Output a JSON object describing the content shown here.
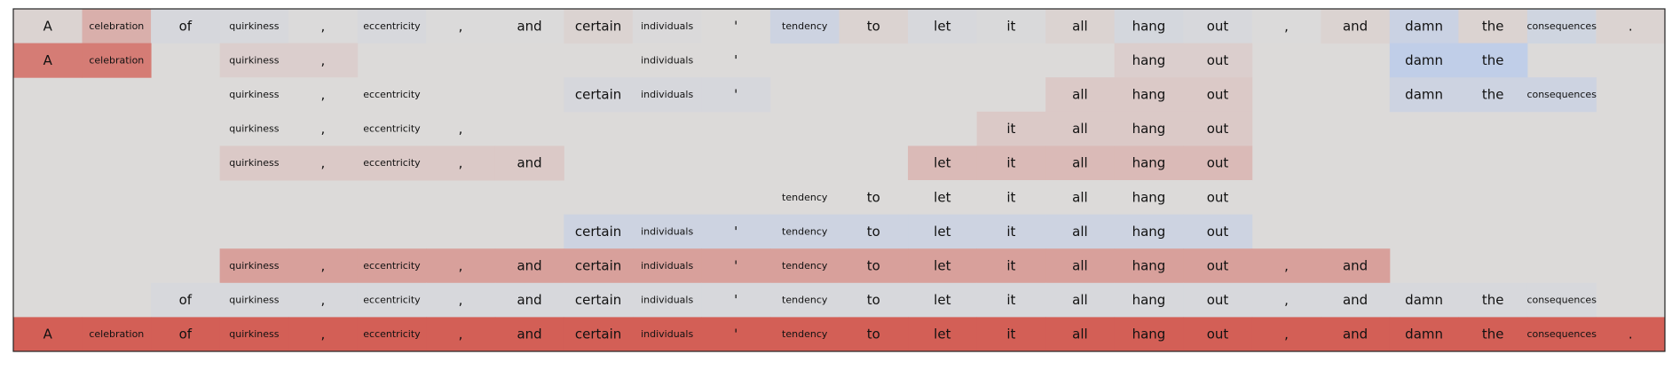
{
  "chart_data": {
    "type": "heatmap",
    "title": "",
    "xlabel": "",
    "ylabel": "",
    "tokens": [
      "A",
      "celebration",
      "of",
      "quirkiness",
      ",",
      "eccentricity",
      ",",
      "and",
      "certain",
      "individuals",
      "'",
      "tendency",
      "to",
      "let",
      "it",
      "all",
      "hang",
      "out",
      ",",
      "and",
      "damn",
      "the",
      "consequences",
      "."
    ],
    "rows": [
      {
        "visible": [
          1,
          1,
          1,
          1,
          1,
          1,
          1,
          1,
          1,
          1,
          1,
          1,
          1,
          1,
          1,
          1,
          1,
          1,
          1,
          1,
          1,
          1,
          1,
          1
        ],
        "values": [
          0.05,
          0.3,
          -0.12,
          -0.1,
          -0.02,
          -0.1,
          -0.02,
          -0.02,
          0.05,
          -0.03,
          0,
          -0.3,
          0.05,
          -0.1,
          -0.05,
          0.05,
          -0.15,
          -0.1,
          -0.02,
          0.05,
          -0.35,
          0.05,
          -0.25,
          0.05
        ]
      },
      {
        "visible": [
          1,
          1,
          0,
          1,
          1,
          0,
          0,
          0,
          0,
          1,
          1,
          0,
          0,
          0,
          0,
          0,
          1,
          1,
          0,
          0,
          1,
          1,
          0,
          0
        ],
        "values": [
          0.65,
          0.65,
          0,
          0.08,
          0.08,
          0,
          0,
          0,
          0,
          0,
          0,
          0,
          0,
          0,
          0,
          0,
          0.08,
          0.08,
          0,
          0,
          -0.55,
          -0.55,
          0,
          0
        ]
      },
      {
        "visible": [
          0,
          0,
          0,
          1,
          1,
          1,
          0,
          0,
          1,
          1,
          1,
          0,
          0,
          0,
          0,
          1,
          1,
          1,
          0,
          0,
          1,
          1,
          1,
          0
        ],
        "values": [
          0,
          0,
          0,
          0,
          0,
          0,
          0,
          0,
          -0.12,
          -0.12,
          -0.12,
          0,
          0,
          0,
          0,
          0.12,
          0.12,
          0.12,
          0,
          0,
          -0.3,
          -0.3,
          -0.3,
          0
        ]
      },
      {
        "visible": [
          0,
          0,
          0,
          1,
          1,
          1,
          1,
          0,
          0,
          0,
          0,
          0,
          0,
          0,
          1,
          1,
          1,
          1,
          0,
          0,
          0,
          0,
          0,
          0
        ],
        "values": [
          0,
          0,
          0,
          0,
          0,
          0,
          0,
          0,
          0,
          0,
          0,
          0,
          0,
          0,
          0.12,
          0.12,
          0.12,
          0.12,
          0,
          0,
          0,
          0,
          0,
          0
        ]
      },
      {
        "visible": [
          0,
          0,
          0,
          1,
          1,
          1,
          1,
          1,
          0,
          0,
          0,
          0,
          0,
          1,
          1,
          1,
          1,
          1,
          0,
          0,
          0,
          0,
          0,
          0
        ],
        "values": [
          0,
          0,
          0,
          0.12,
          0.12,
          0.12,
          0.12,
          0.12,
          0,
          0,
          0,
          0,
          0,
          0.22,
          0.22,
          0.22,
          0.22,
          0.22,
          0,
          0,
          0,
          0,
          0,
          0
        ]
      },
      {
        "visible": [
          0,
          0,
          0,
          0,
          0,
          0,
          0,
          0,
          0,
          0,
          0,
          1,
          1,
          1,
          1,
          1,
          1,
          1,
          0,
          0,
          0,
          0,
          0,
          0
        ],
        "values": [
          0,
          0,
          0,
          0,
          0,
          0,
          0,
          0,
          0,
          0,
          0,
          0,
          0,
          0,
          0,
          0,
          0,
          0,
          0,
          0,
          0,
          0,
          0,
          0
        ]
      },
      {
        "visible": [
          0,
          0,
          0,
          0,
          0,
          0,
          0,
          0,
          1,
          1,
          1,
          1,
          1,
          1,
          1,
          1,
          1,
          1,
          0,
          0,
          0,
          0,
          0,
          0
        ],
        "values": [
          0,
          0,
          0,
          0,
          0,
          0,
          0,
          0,
          -0.3,
          -0.3,
          -0.3,
          -0.3,
          -0.3,
          -0.3,
          -0.3,
          -0.3,
          -0.3,
          -0.3,
          0,
          0,
          0,
          0,
          0,
          0
        ]
      },
      {
        "visible": [
          0,
          0,
          0,
          1,
          1,
          1,
          1,
          1,
          1,
          1,
          1,
          1,
          1,
          1,
          1,
          1,
          1,
          1,
          1,
          1,
          0,
          0,
          0,
          0
        ],
        "values": [
          0,
          0,
          0,
          0.4,
          0.4,
          0.4,
          0.4,
          0.4,
          0.4,
          0.4,
          0.4,
          0.4,
          0.4,
          0.4,
          0.4,
          0.4,
          0.4,
          0.4,
          0.4,
          0.4,
          0,
          0,
          0,
          0
        ]
      },
      {
        "visible": [
          0,
          0,
          1,
          1,
          1,
          1,
          1,
          1,
          1,
          1,
          1,
          1,
          1,
          1,
          1,
          1,
          1,
          1,
          1,
          1,
          1,
          1,
          1,
          0
        ],
        "values": [
          0,
          0,
          -0.1,
          -0.1,
          -0.1,
          -0.1,
          -0.1,
          -0.1,
          -0.1,
          -0.1,
          -0.1,
          -0.1,
          -0.1,
          -0.1,
          -0.1,
          -0.1,
          -0.1,
          -0.1,
          -0.1,
          -0.1,
          -0.1,
          -0.1,
          -0.1,
          0
        ]
      },
      {
        "visible": [
          1,
          1,
          1,
          1,
          1,
          1,
          1,
          1,
          1,
          1,
          1,
          1,
          1,
          1,
          1,
          1,
          1,
          1,
          1,
          1,
          1,
          1,
          1,
          1
        ],
        "values": [
          0.85,
          0.85,
          0.85,
          0.85,
          0.85,
          0.85,
          0.85,
          0.85,
          0.85,
          0.85,
          0.85,
          0.85,
          0.85,
          0.85,
          0.85,
          0.85,
          0.85,
          0.85,
          0.85,
          0.85,
          0.85,
          0.85,
          0.85,
          0.85
        ]
      }
    ],
    "grid": false,
    "legend": "none",
    "colors": {
      "background": "#dcdad9",
      "neutral": "#dcdad9",
      "positive": "#d1493f",
      "negative": "#a9c4f5",
      "frame": "#222222"
    }
  }
}
